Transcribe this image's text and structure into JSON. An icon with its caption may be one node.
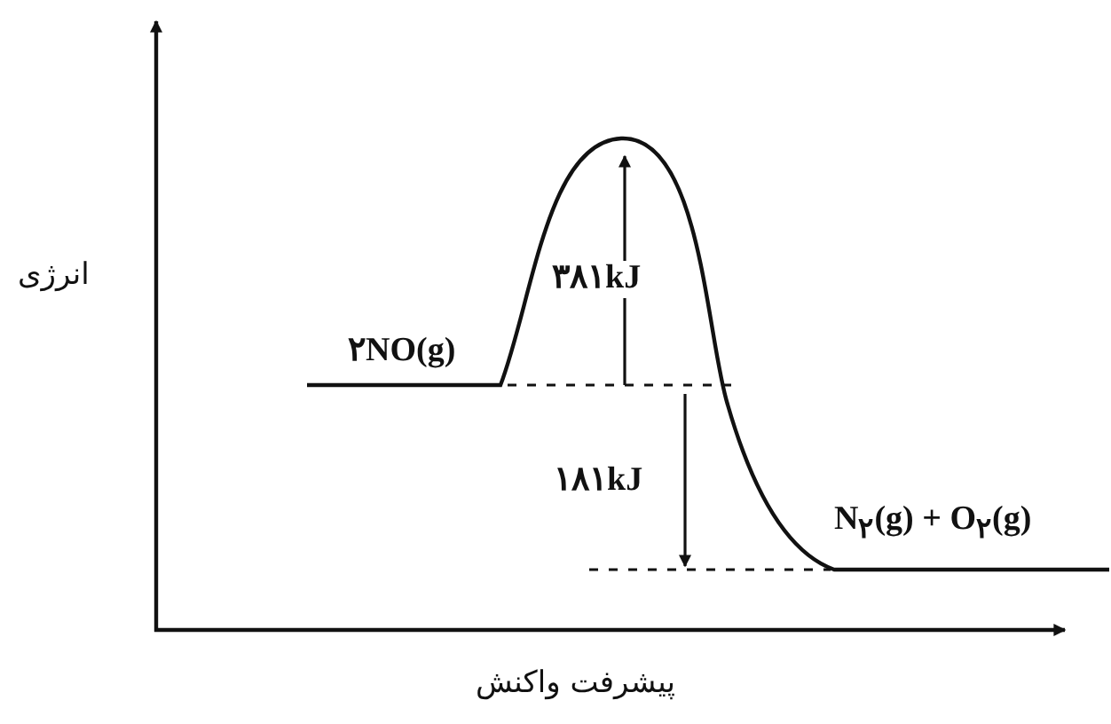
{
  "diagram": {
    "labels": [
      "انرژی",
      "۳۸۱kJ",
      "۲NO(g)",
      "۱۸۱kJ",
      "N$_{۲}$(g) + O$_{۲}$(g)",
      "پیشرفت واکنش"
    ]
  }
}
